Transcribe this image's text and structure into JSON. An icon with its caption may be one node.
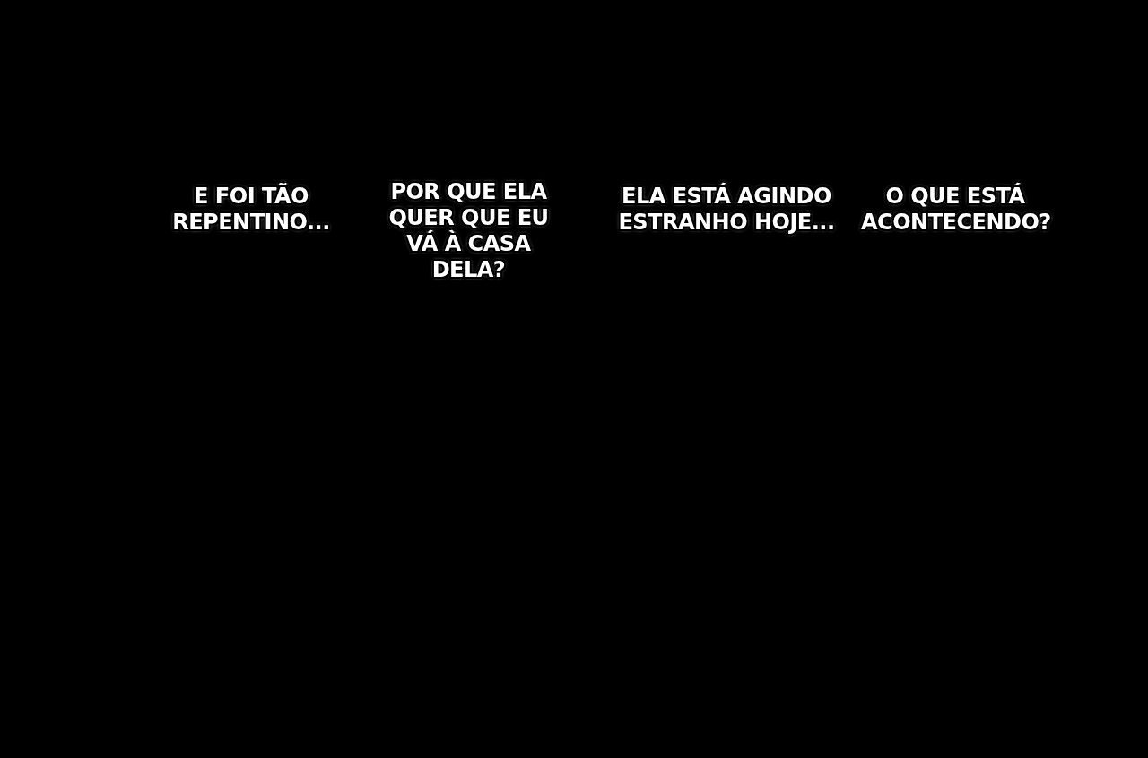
{
  "diagram": {
    "labels": [
      "E FOI TÃO REPENTINO...",
      "POR QUE ELA QUER QUE EU VÁ À CASA DELA?",
      "ELA ESTÁ AGINDO ESTRANHO HOJE...",
      "O QUE ESTÁ ACONTECENDO?"
    ]
  }
}
